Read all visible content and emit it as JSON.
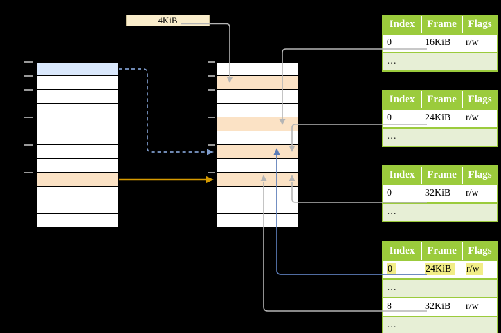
{
  "page_size_label": "4KiB",
  "colors": {
    "page_white": "#FFFFFF",
    "page_blue": "#DAE8FC",
    "frame_orange": "#FBE2C5",
    "label_cream": "#FAEDCB",
    "label_border": "#CBBE96",
    "table_green": "#9BCB3C",
    "table_row_green": "#E7EFD6",
    "highlight_yellow": "#F1ED86",
    "arrow_gray": "#B5B5B5",
    "arrow_blue": "#5B7CB8",
    "arrow_blue_dashed": "#7E9CCC",
    "arrow_orange": "#D79B00",
    "tick_gray": "#999999"
  },
  "virtual_memory": {
    "rows": [
      "blue",
      "white",
      "white",
      "white",
      "white",
      "white",
      "white",
      "white",
      "orange",
      "white",
      "white",
      "white"
    ],
    "tick_offsets": [
      0,
      20,
      40,
      80,
      120,
      160
    ]
  },
  "physical_memory": {
    "rows": [
      "white",
      "orange",
      "white",
      "white",
      "orange",
      "white",
      "orange",
      "white",
      "orange",
      "white",
      "white",
      "white"
    ],
    "tick_offsets": [
      0,
      20,
      40,
      80,
      120,
      160
    ]
  },
  "table_headers": [
    "Index",
    "Frame",
    "Flags"
  ],
  "page_tables": [
    {
      "rows": [
        {
          "index": "0",
          "frame": "16KiB",
          "flags": "r/w"
        },
        {
          "index": "…",
          "frame": "",
          "flags": "",
          "ellipsis": true
        }
      ]
    },
    {
      "rows": [
        {
          "index": "0",
          "frame": "24KiB",
          "flags": "r/w"
        },
        {
          "index": "…",
          "frame": "",
          "flags": "",
          "ellipsis": true
        }
      ]
    },
    {
      "rows": [
        {
          "index": "0",
          "frame": "32KiB",
          "flags": "r/w"
        },
        {
          "index": "…",
          "frame": "",
          "flags": "",
          "ellipsis": true
        }
      ]
    },
    {
      "rows": [
        {
          "index": "0",
          "frame": "24KiB",
          "flags": "r/w",
          "highlight": true
        },
        {
          "index": "…",
          "frame": "",
          "flags": "",
          "ellipsis": true
        },
        {
          "index": "8",
          "frame": "32KiB",
          "flags": "r/w"
        },
        {
          "index": "…",
          "frame": "",
          "flags": "",
          "ellipsis": true
        }
      ]
    }
  ]
}
